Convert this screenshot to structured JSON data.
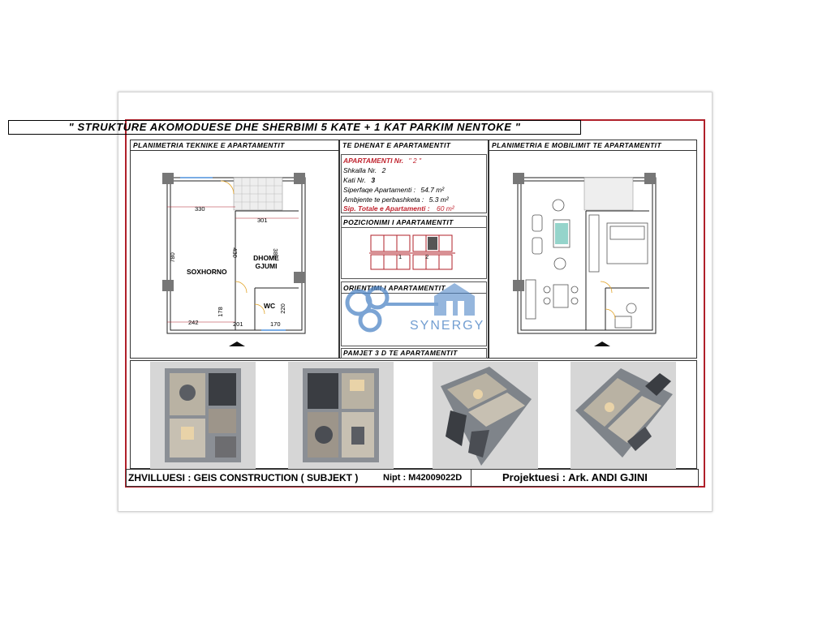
{
  "title": "\" STRUKTURE  AKOMODUESE  DHE  SHERBIMI  5  KATE  +  1 KAT  PARKIM  NENTOKE \"",
  "headers": {
    "technical": "PLANIMETRIA  TEKNIKE  E  APARTAMENTIT",
    "data": "TE DHENAT  E  APARTAMENTIT",
    "furnished": "PLANIMETRIA  E  MOBILIMIT  TE  APARTAMENTIT",
    "position": "POZICIONIMI  I  APARTAMENTIT",
    "orientation": "ORIENTIMI  I  APARTAMENTIT",
    "views3d": "PAMJET  3 D  TE  APARTAMENTIT"
  },
  "apartment": {
    "apt_label": "APARTAMENTI   Nr.",
    "apt_value": "\" 2 \"",
    "stair_label": "Shkalla   Nr.",
    "stair_value": "2",
    "floor_label": "Kati   Nr.",
    "floor_value": "3",
    "area_label": "Siperfaqe  Apartamenti :",
    "area_value": "54.7 m²",
    "common_label": "Ambjente  te  perbashketa :",
    "common_value": "5.3 m²",
    "total_label": "Sip. Totale e Apartamenti :",
    "total_value": "60 m²"
  },
  "position_units": [
    "1",
    "2"
  ],
  "plan": {
    "room_living": "SOXHORNO",
    "room_bed": "DHOME\nGJUMI",
    "room_wc": "WC",
    "dims": [
      "330",
      "301",
      "780",
      "430",
      "380",
      "242",
      "178",
      "201",
      "170",
      "220"
    ]
  },
  "watermark": "SYNERGY",
  "footer": {
    "developer": "ZHVILLUESI : GEIS  CONSTRUCTION ( SUBJEKT )",
    "nipt": "Nipt : M42009022D",
    "designer": "Projektuesi : Ark. ANDI  GJINI"
  },
  "colors": {
    "frame": "#b0202a",
    "accent_red": "#c0242f",
    "watermark": "#4f86c6"
  }
}
